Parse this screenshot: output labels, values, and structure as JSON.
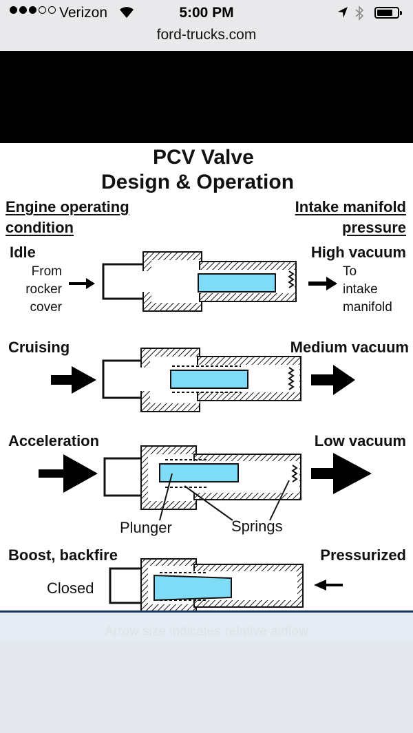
{
  "status_bar": {
    "carrier": "Verizon",
    "time": "5:00 PM",
    "url": "ford-trucks.com",
    "battery_level": 0.8
  },
  "diagram": {
    "title_line1": "PCV Valve",
    "title_line2": "Design & Operation",
    "left_header_line1": "Engine operating",
    "left_header_line2": "condition",
    "right_header_line1": "Intake manifold",
    "right_header_line2": "pressure",
    "rows": [
      {
        "condition": "Idle",
        "pressure": "High vacuum"
      },
      {
        "condition": "Cruising",
        "pressure": "Medium vacuum"
      },
      {
        "condition": "Acceleration",
        "pressure": "Low vacuum"
      },
      {
        "condition": "Boost, backfire",
        "pressure": "Pressurized"
      }
    ],
    "from_label": [
      "From",
      "rocker",
      "cover"
    ],
    "to_label": [
      "To",
      "intake",
      "manifold"
    ],
    "plunger_label": "Plunger",
    "springs_label": "Springs",
    "closed_label": "Closed",
    "caption": "Arrow size indicates relative airflow",
    "plunger_color": "#7fdcf6"
  }
}
